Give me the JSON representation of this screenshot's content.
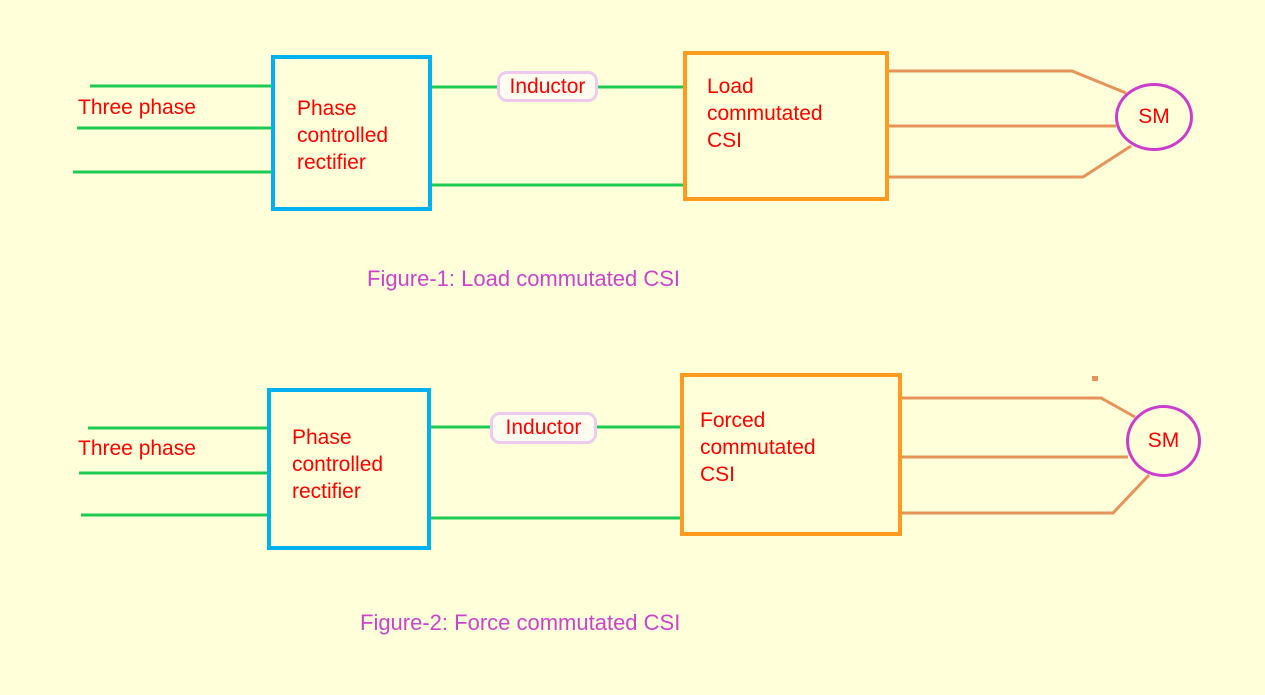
{
  "colors": {
    "background": "#ffffd9",
    "input_wire_green": "#1ecb52",
    "motor_wire_orange": "#e6935a",
    "rectifier_border_blue": "#00b0f0",
    "inverter_border_orange": "#ff9a1e",
    "motor_border_magenta": "#cb3ecb",
    "inductor_border_pink": "#f0c9ef",
    "label_text_red": "#ff0000",
    "caption_magenta": "#cc44cc"
  },
  "figure1": {
    "source_label": "Three phase",
    "rectifier_label": "Phase\ncontrolled\nrectifier",
    "inductor_label": "Inductor",
    "inverter_label": "Load\ncommutated\nCSI",
    "motor_label": "SM",
    "caption": "Figure-1: Load commutated CSI"
  },
  "figure2": {
    "source_label": "Three phase",
    "rectifier_label": "Phase\ncontrolled\nrectifier",
    "inductor_label": "Inductor",
    "inverter_label": "Forced\ncommutated\nCSI",
    "motor_label": "SM",
    "caption": "Figure-2: Force commutated CSI"
  }
}
